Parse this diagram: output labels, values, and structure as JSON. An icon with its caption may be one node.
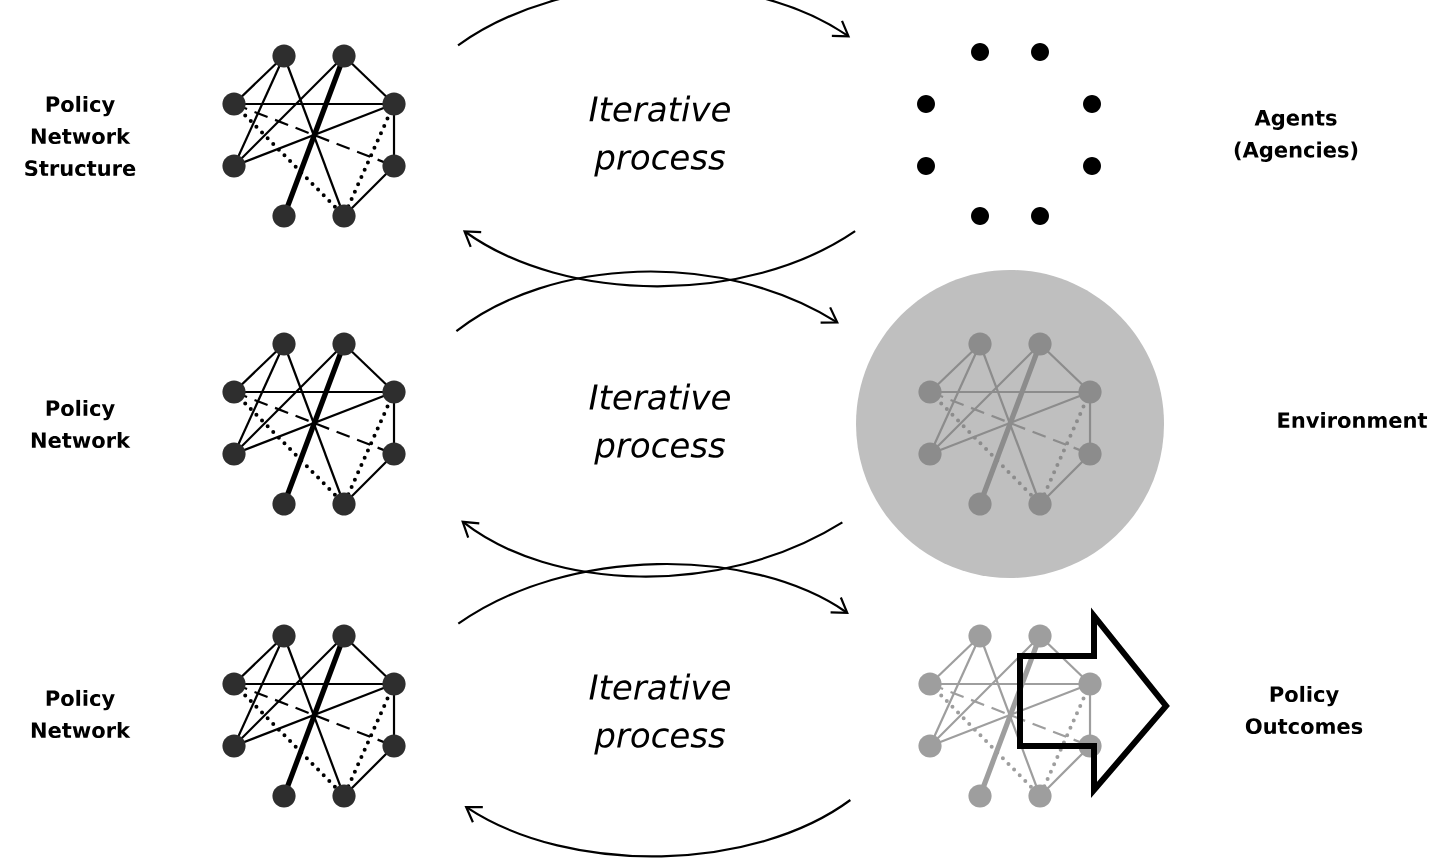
{
  "diagram": {
    "nodes": [
      {
        "text": [],
        "shape": "picture"
      },
      {
        "text": [],
        "shape": "picture"
      },
      {
        "text": [],
        "shape": "picture"
      },
      {
        "text": [],
        "shape": "circle"
      },
      {
        "text": [],
        "shape": "picture"
      },
      {
        "text": [],
        "shape": "picture"
      }
    ],
    "edges": [
      {
        "from": 0,
        "to": 1,
        "arrow": "to"
      },
      {
        "from": 1,
        "to": 0,
        "arrow": "to"
      },
      {
        "from": 2,
        "to": 3,
        "arrow": "to"
      },
      {
        "from": 3,
        "to": 2,
        "arrow": "to"
      },
      {
        "from": 4,
        "to": 5,
        "arrow": "to"
      },
      {
        "from": 5,
        "to": 4,
        "arrow": "to"
      }
    ],
    "labels": [
      "Policy Network Structure",
      "Iterative process",
      "Agents (Agencies)",
      "Policy Network",
      "Iterative process",
      "Environment",
      "Policy Network",
      "Iterative process",
      "Policy Outcomes"
    ]
  }
}
